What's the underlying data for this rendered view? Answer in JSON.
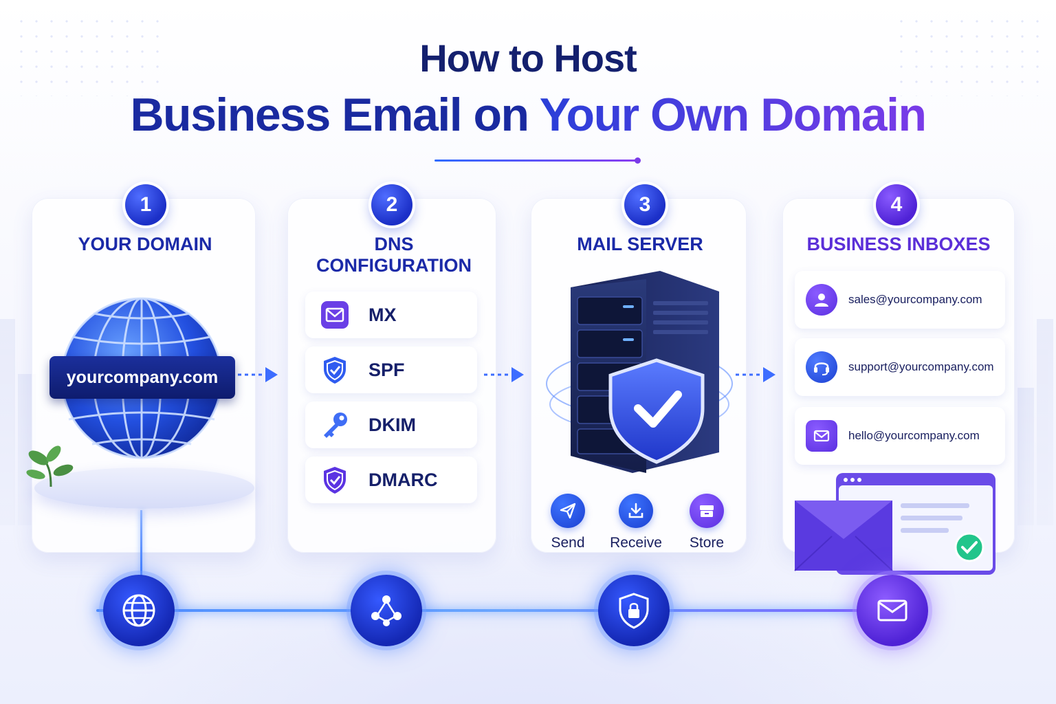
{
  "title": {
    "line1": "How to Host",
    "line2_part1": "Business Email on",
    "line2_part2": "Your Own Domain"
  },
  "steps": [
    {
      "number": "1",
      "title": "YOUR DOMAIN",
      "domain": "yourcompany.com",
      "icon": "globe-icon"
    },
    {
      "number": "2",
      "title": "DNS\nCONFIGURATION",
      "title_line1": "DNS",
      "title_line2": "CONFIGURATION",
      "records": [
        {
          "label": "MX",
          "icon": "envelope-icon"
        },
        {
          "label": "SPF",
          "icon": "shield-check-icon"
        },
        {
          "label": "DKIM",
          "icon": "key-icon"
        },
        {
          "label": "DMARC",
          "icon": "shield-check-icon"
        }
      ]
    },
    {
      "number": "3",
      "title": "MAIL SERVER",
      "icon": "server-icon",
      "actions": [
        {
          "label": "Send",
          "icon": "send-icon"
        },
        {
          "label": "Receive",
          "icon": "download-icon"
        },
        {
          "label": "Store",
          "icon": "archive-icon"
        }
      ]
    },
    {
      "number": "4",
      "title": "BUSINESS INBOXES",
      "inboxes": [
        {
          "email": "sales@yourcompany.com",
          "icon": "user-icon"
        },
        {
          "email": "support@yourcompany.com",
          "icon": "headset-icon"
        },
        {
          "email": "hello@yourcompany.com",
          "icon": "envelope-icon"
        }
      ]
    }
  ],
  "timeline_icons": [
    "globe-icon",
    "network-icon",
    "shield-lock-icon",
    "envelope-icon"
  ],
  "colors": {
    "navy": "#14206e",
    "blue": "#1b2aa8",
    "purple": "#7a3be8",
    "accent_blue": "#2f6bff"
  }
}
